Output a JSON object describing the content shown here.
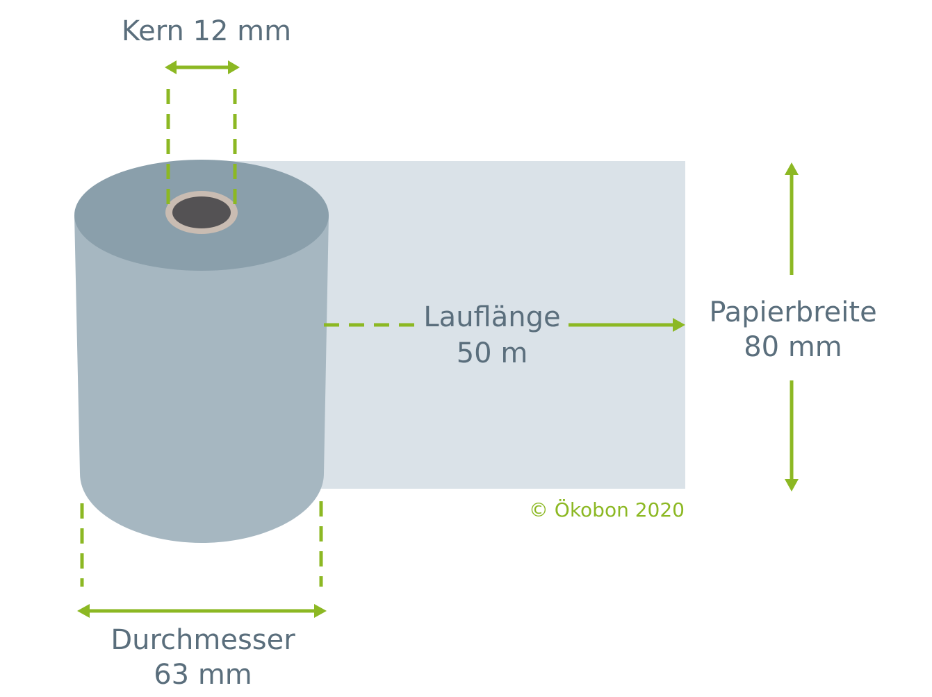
{
  "labels": {
    "core": "Kern 12 mm",
    "length_line1": "Lauflänge",
    "length_line2": "50 m",
    "width_line1": "Papierbreite",
    "width_line2": "80 mm",
    "diameter_line1": "Durchmesser",
    "diameter_line2": "63 mm",
    "copyright": "© Ökobon 2020"
  },
  "colors": {
    "label_text": "#5a6e7c",
    "accent_green": "#8cb823",
    "roll_body": "#a6b7c1",
    "roll_top": "#8a9fab",
    "paper_sheet": "#dae2e8",
    "core_ring": "#c9bcb2",
    "core_hole": "#545254"
  },
  "icons": {
    "dimension_arrow": "arrow-icon"
  }
}
